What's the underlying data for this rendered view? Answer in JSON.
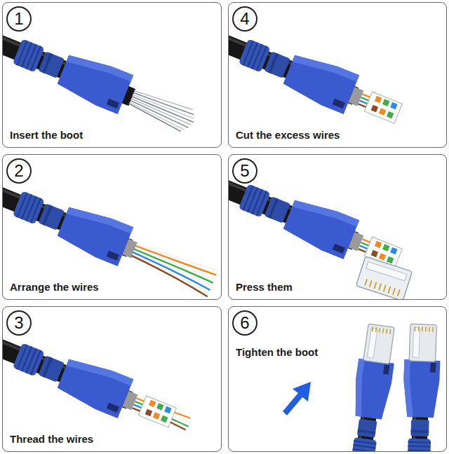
{
  "diagram": {
    "nodes": [
      {
        "text": [
          "Insert the boot"
        ]
      },
      {
        "text": [
          "1"
        ],
        "in": 0
      },
      {
        "text": [
          "Cut the excess wires"
        ]
      },
      {
        "text": [
          "4"
        ],
        "in": 2
      },
      {
        "text": [
          "Arrange the wires"
        ]
      },
      {
        "text": [
          "2"
        ],
        "in": 4
      },
      {
        "text": [
          "Press them"
        ]
      },
      {
        "text": [
          "5"
        ],
        "in": 6
      },
      {
        "text": [
          "Thread the wires"
        ]
      },
      {
        "text": [
          "3"
        ],
        "in": 8
      },
      {
        "text": [
          "Tighten the boot"
        ]
      },
      {
        "text": [
          "6"
        ],
        "in": 10
      }
    ]
  }
}
